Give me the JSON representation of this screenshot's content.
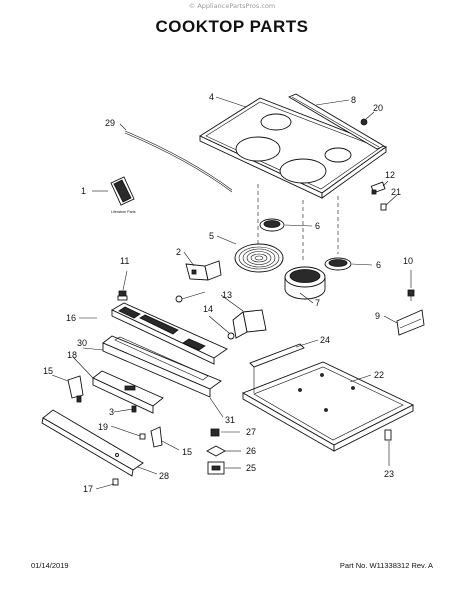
{
  "watermark": "© AppliancePartsPros.com",
  "title": "COOKTOP PARTS",
  "footer": {
    "date": "01/14/2019",
    "part_number": "Part No. W11338312  Rev. A"
  },
  "literature_label": "Literature Parts",
  "callouts": {
    "c1": "1",
    "c2": "2",
    "c3": "3",
    "c4": "4",
    "c5": "5",
    "c6a": "6",
    "c6b": "6",
    "c7": "7",
    "c8": "8",
    "c9": "9",
    "c10": "10",
    "c11": "11",
    "c12": "12",
    "c13": "13",
    "c14": "14",
    "c15a": "15",
    "c15b": "15",
    "c16": "16",
    "c17": "17",
    "c18": "18",
    "c19": "19",
    "c20": "20",
    "c21": "21",
    "c22": "22",
    "c23": "23",
    "c24": "24",
    "c25": "25",
    "c26": "26",
    "c27": "27",
    "c28": "28",
    "c29": "29",
    "c30": "30",
    "c31": "31"
  }
}
